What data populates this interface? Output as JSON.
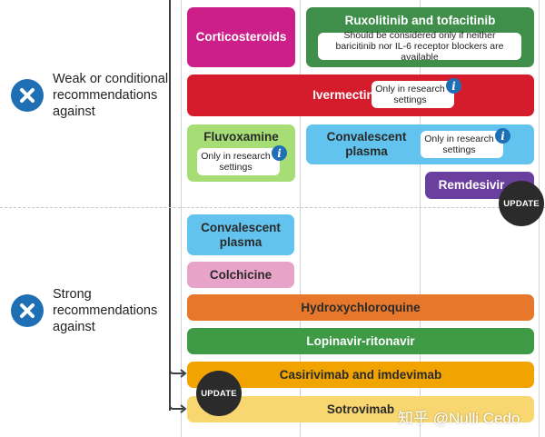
{
  "recommendations": {
    "weak": {
      "label": "Weak or conditional recommendations against",
      "icon": "x-circle-icon"
    },
    "strong": {
      "label": "Strong recommendations against",
      "icon": "x-circle-icon"
    }
  },
  "drugs": {
    "corticosteroids": {
      "label": "Corticosteroids",
      "color": "#cc1f8a"
    },
    "ruxolitinib": {
      "label": "Ruxolitinib and tofacitinib",
      "note": "Should be considered only if neither baricitinib nor IL-6 receptor blockers are available",
      "color": "#3f8f4a"
    },
    "ivermectin": {
      "label": "Ivermectin",
      "note": "Only in research settings",
      "color": "#d51c2c"
    },
    "fluvoxamine": {
      "label": "Fluvoxamine",
      "note": "Only in research settings",
      "color": "#a6dd75"
    },
    "convalescent_weak": {
      "label": "Convalescent plasma",
      "note": "Only in research settings",
      "color": "#62c4ee"
    },
    "remdesivir": {
      "label": "Remdesivir",
      "color": "#6b3f9e"
    },
    "convalescent_strong": {
      "label": "Convalescent plasma",
      "color": "#62c4ee"
    },
    "colchicine": {
      "label": "Colchicine",
      "color": "#e8a3c9"
    },
    "hydroxychloroquine": {
      "label": "Hydroxychloroquine",
      "color": "#e6772b"
    },
    "lopinavir": {
      "label": "Lopinavir-ritonavir",
      "color": "#3f9a46"
    },
    "casirivimab": {
      "label": "Casirivimab and imdevimab",
      "color": "#f1a400"
    },
    "sotrovimab": {
      "label": "Sotrovimab",
      "color": "#f8d770"
    }
  },
  "badges": {
    "update_label": "UPDATE"
  },
  "info_glyph": "i",
  "watermark": "知乎 @Nulli Cedo"
}
